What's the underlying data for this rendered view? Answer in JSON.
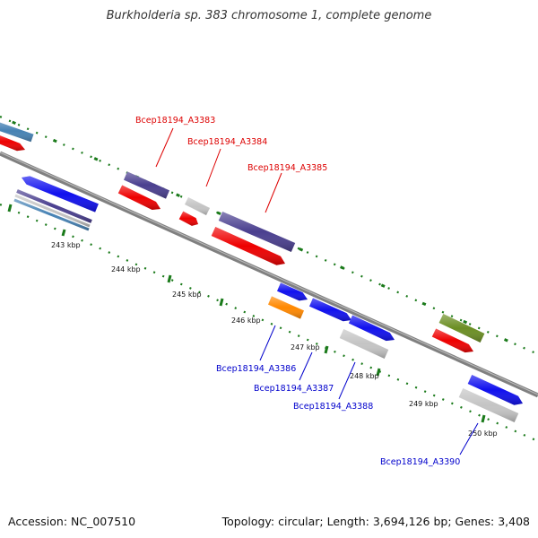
{
  "title": "Burkholderia sp. 383 chromosome 1, complete genome",
  "footer": {
    "accession": "Accession: NC_007510",
    "summary": "Topology: circular; Length: 3,694,126 bp; Genes: 3,408"
  },
  "colors": {
    "backbone": "#808080",
    "dots": "#1a7a1a",
    "label_top": "#dd0000",
    "label_bottom": "#0000cc",
    "blue": "#1010ee",
    "red": "#ee0000",
    "purple": "#4a3f8f",
    "gray": "#c4c4c4",
    "orange": "#ff8800",
    "olive": "#6b8e23",
    "steelblue": "#4682b4"
  },
  "tick_labels": [
    "243 kbp",
    "244 kbp",
    "245 kbp",
    "246 kbp",
    "247 kbp",
    "248 kbp",
    "249 kbp",
    "250 kbp"
  ],
  "gene_labels_top": [
    "Bcep18194_A3383",
    "Bcep18194_A3384",
    "Bcep18194_A3385"
  ],
  "gene_labels_bottom": [
    "Bcep18194_A3386",
    "Bcep18194_A3387",
    "Bcep18194_A3388",
    "Bcep18194_A3390"
  ]
}
